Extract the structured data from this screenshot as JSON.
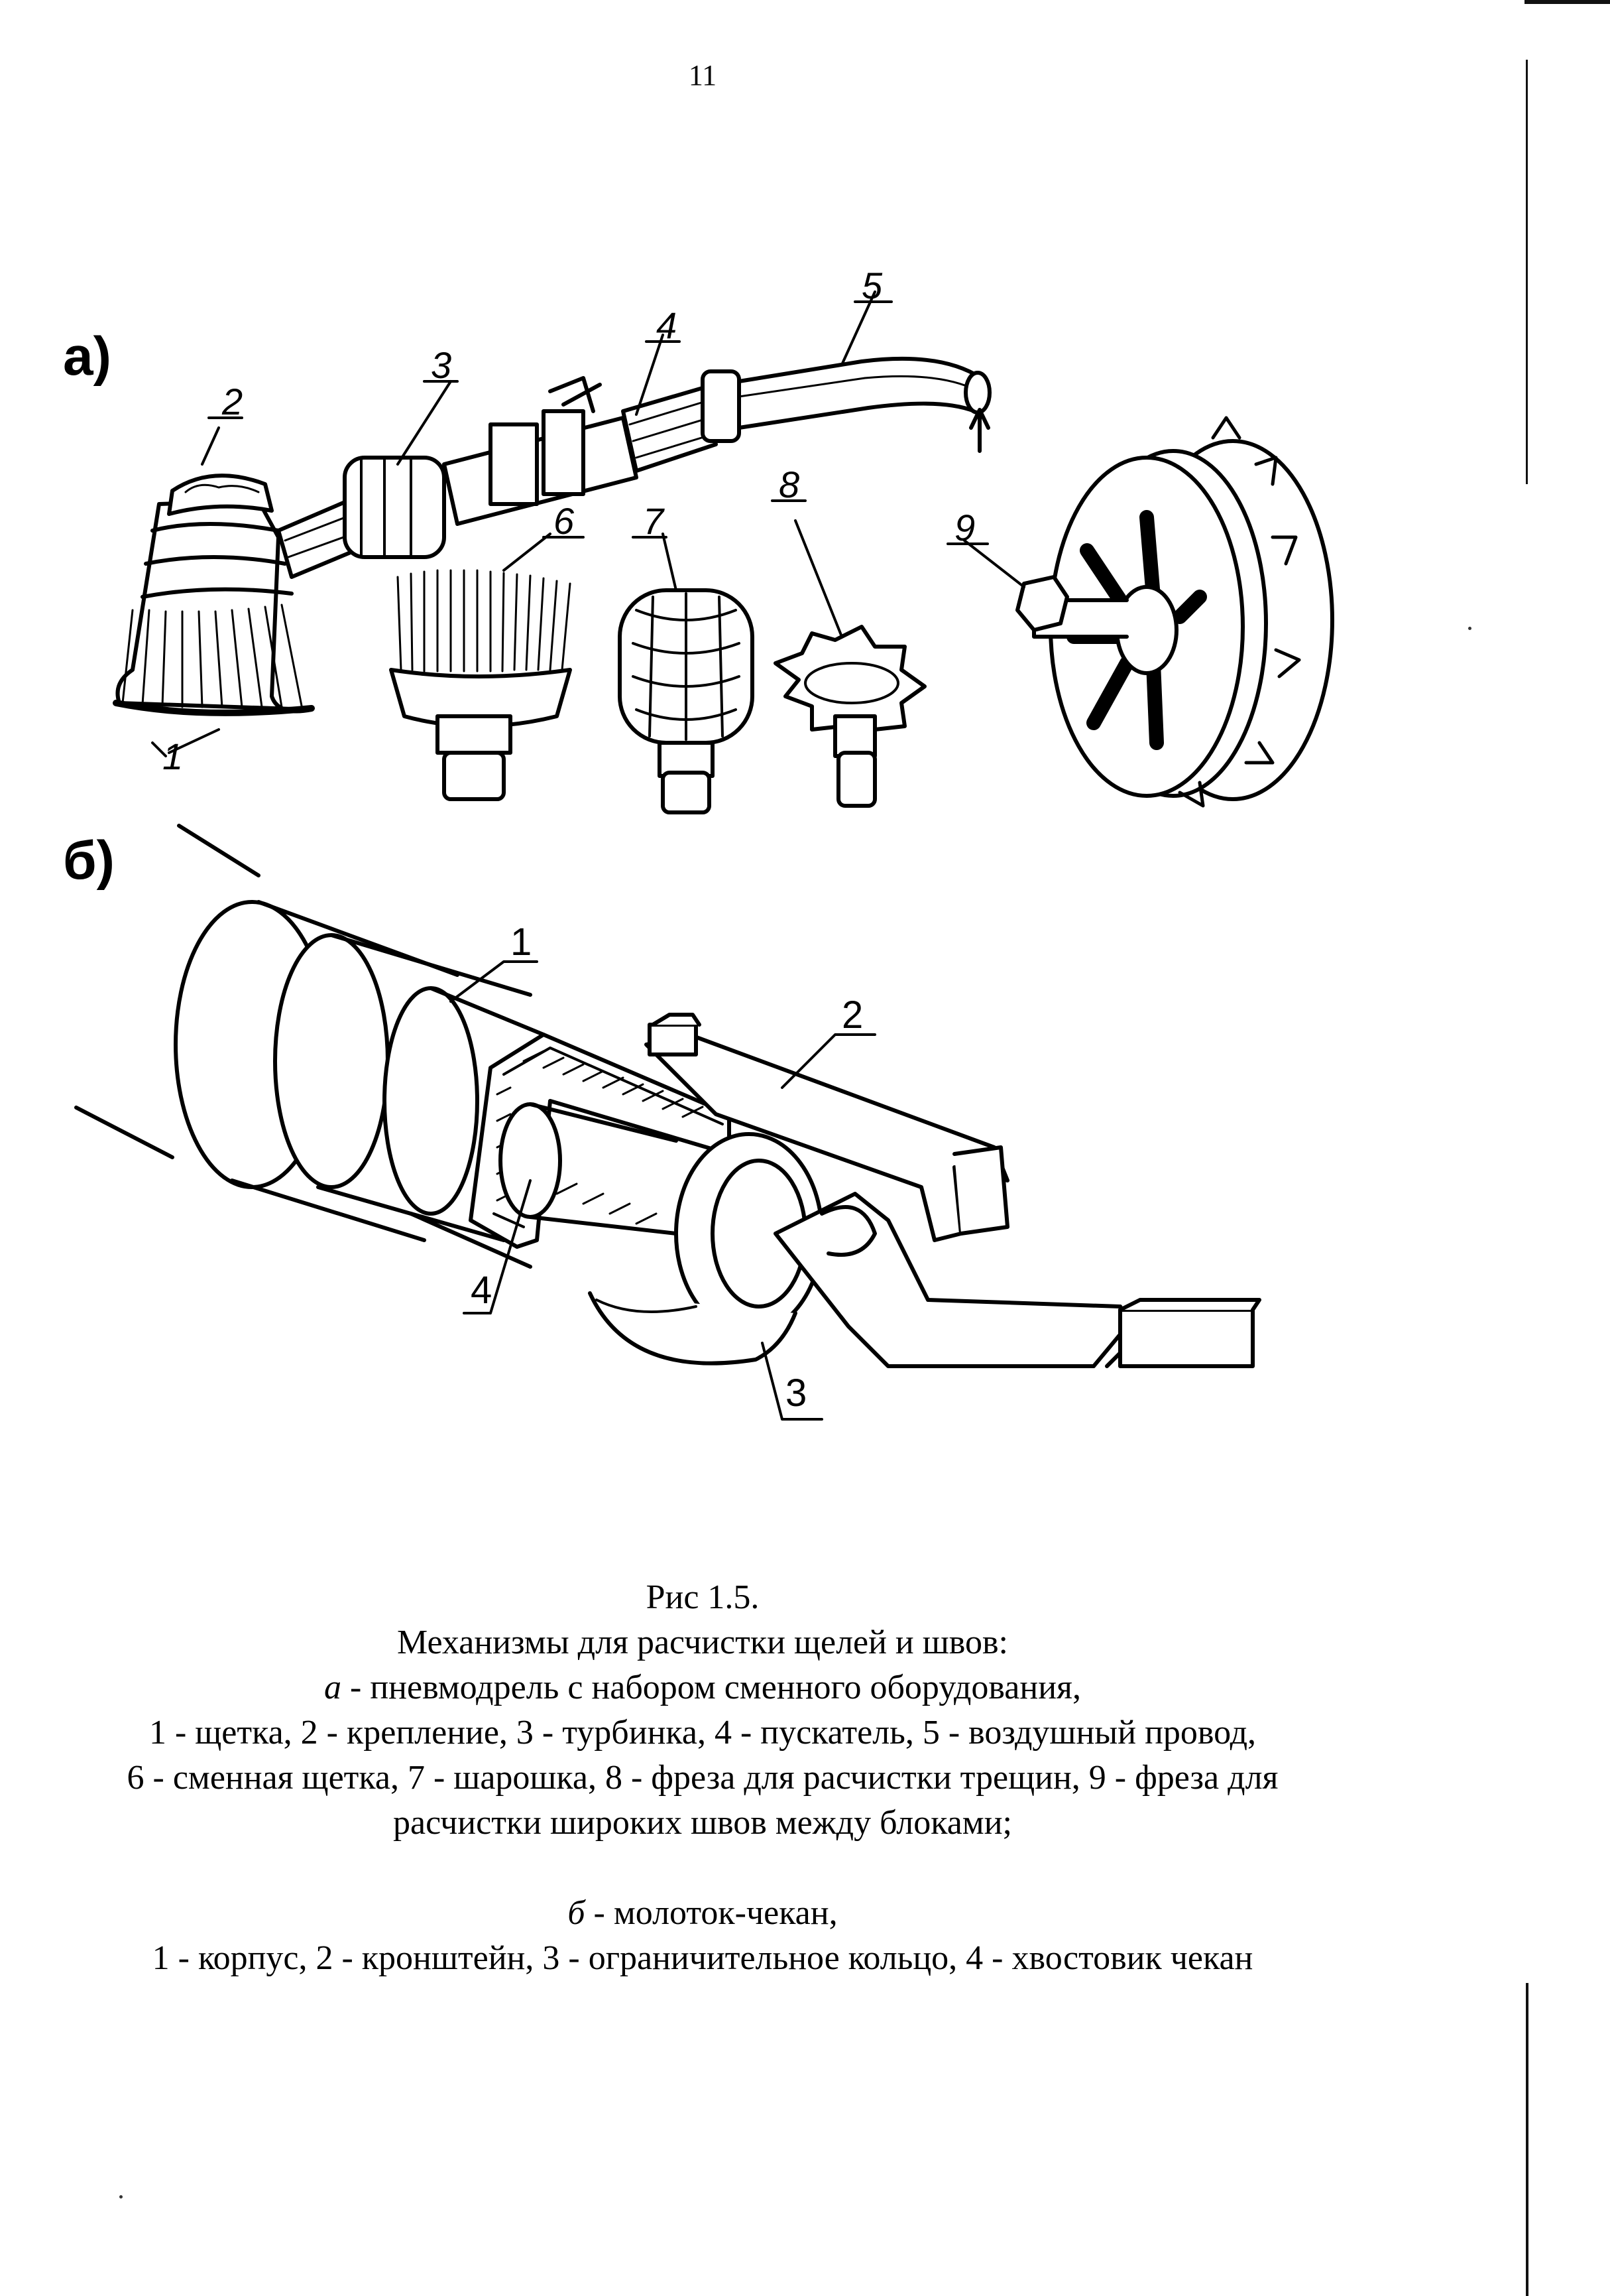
{
  "page": {
    "number": "11"
  },
  "figure": {
    "panel_a": {
      "label": "а)",
      "callouts": [
        "1",
        "2",
        "3",
        "4",
        "5",
        "6",
        "7",
        "8",
        "9"
      ]
    },
    "panel_b": {
      "label": "б)",
      "callouts": [
        "1",
        "2",
        "3",
        "4"
      ]
    }
  },
  "caption": {
    "title": "Рис 1.5.",
    "subtitle": "Механизмы для расчистки щелей и швов:",
    "a_letter": "а",
    "a_text": " - пневмодрель с набором сменного оборудования,",
    "a_items_1": "1 - щетка, 2 - крепление, 3 - турбинка, 4 - пускатель, 5 - воздушный провод,",
    "a_items_2": "6 - сменная щетка, 7 - шарошка, 8 - фреза для расчистки трещин, 9 - фреза для",
    "a_items_3": "расчистки широких швов между блоками;",
    "b_letter": "б",
    "b_text": " - молоток-чекан,",
    "b_items": "1 - корпус, 2 - кронштейн, 3 - ограничительное кольцо, 4 - хвостовик чекан"
  }
}
